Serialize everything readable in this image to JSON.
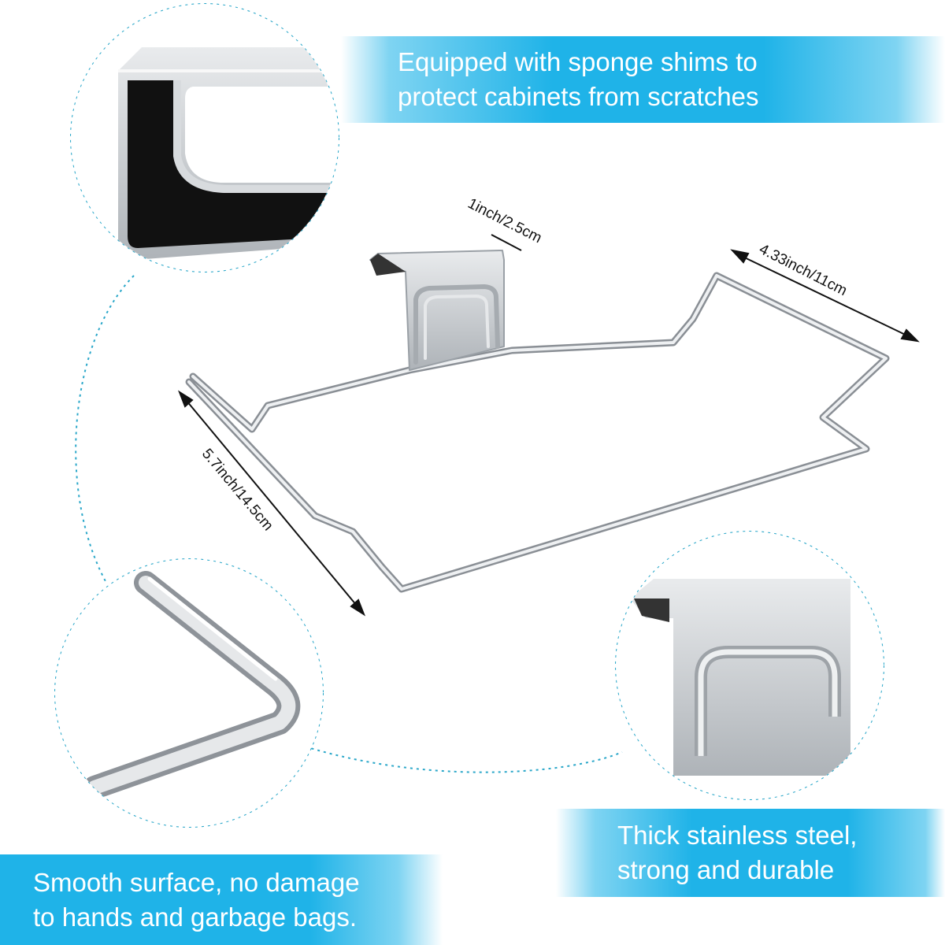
{
  "banners": {
    "top": {
      "line1": "Equipped with sponge shims to",
      "line2": "protect cabinets from scratches"
    },
    "right": {
      "line1": "Thick stainless steel,",
      "line2": "strong and durable"
    },
    "left": {
      "line1": "Smooth surface, no damage",
      "line2": "to hands and garbage bags."
    }
  },
  "dimensions": {
    "clip_width": "1inch/2.5cm",
    "back_width": "4.33inch/11cm",
    "depth": "5.7inch/14.5cm"
  },
  "colors": {
    "banner_blue": "#1fb3e8",
    "dashed_line": "#2aa7c9",
    "sponge_black": "#111111",
    "steel": "#b9bec3"
  }
}
